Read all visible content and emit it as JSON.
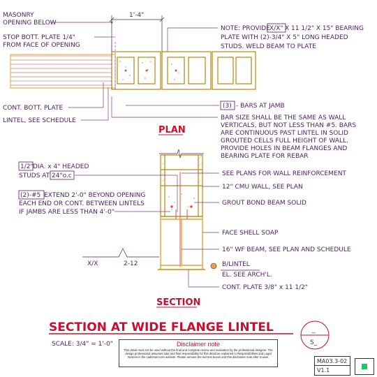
{
  "plan": {
    "dim_width": "1'-4\"",
    "label_masonry": [
      "MASONRY",
      "OPENING BELOW"
    ],
    "label_stop_plate": [
      "STOP BOTT. PLATE 1/4\"",
      "FROM FACE OF OPENING"
    ],
    "label_cont_plate": "CONT. BOTT. PLATE",
    "label_lintel": "LINTEL, SEE SCHEDULE",
    "note_prefix": "NOTE: PROVIDE",
    "note_box": "X/X\"",
    "note_rest": [
      " X 11 1/2\" X 15\" BEARING",
      "PLATE WITH (2)-3/4\" X 5\" LONG HEADED",
      "STUDS. WELD BEAM TO PLATE"
    ],
    "bars_box": "(3)",
    "bars_text": "- BARS AT JAMB",
    "bar_size_note": [
      "BAR SIZE SHALL BE THE SAME AS WALL",
      "VERTICALS, BUT NOT LESS THAN #5.  BARS",
      "ARE CONTINUOUS PAST LINTEL IN SOLID",
      "GROUTED CELLS FULL HEIGHT OF WALL.",
      "PROVIDE HOLES IN BEAM FLANGES AND",
      "BEARING PLATE FOR REBAR"
    ],
    "title": "PLAN"
  },
  "section": {
    "stud_box": "1/2\"",
    "stud_text": " DIA. x 4\" HEADED",
    "stud_text2": "STUDS AT",
    "stud_spacing": "24\"o.c",
    "bars_box": "(2)-#5",
    "bars_text": [
      " EXTEND 2'-0\" BEYOND OPENING",
      "EACH END OR CONT. BETWEEN LINTELS",
      "IF JAMBS ARE LESS THAN 4'-0\""
    ],
    "label_reinf": "SEE PLANS FOR WALL REINFORCEMENT",
    "label_cmu": "12\" CMU WALL, SEE PLAN",
    "label_grout": "GROUT BOND BEAM SOLID",
    "label_soap": "FACE SHELL SOAP",
    "label_beam": "16\" WF BEAM, SEE PLAN AND SCHEDULE",
    "label_blintel": "B/LINTEL",
    "label_el": "EL. SEE ARCH'L.",
    "label_contplate": "CONT. PLATE 3/8\" x 11 1/2\"",
    "label_xx": "X/X",
    "label_slope": "2-12",
    "title": "SECTION"
  },
  "sheet": {
    "main_title": "SECTION AT WIDE FLANGE LINTEL",
    "scale": "SCALE: 3/4\" = 1'-0\"",
    "bubble_top": "_",
    "bubble_bottom": "S_",
    "disclaimer_title": "Disclaimer note",
    "disclaimer_body": "This detail must not be used without the final and complete review and evaluation by the professional designer. The design professional assumes total and final responsibility for this detail as explained in Responsibilities and Legal Notices in the cadsmart.com website. Please remove the red text boxes and this disclaimer note after review.",
    "code": "MA03.3-02",
    "version": "V1.1"
  },
  "colors": {
    "text": "#4b1f5e",
    "title": "#c8102e",
    "beam": "#e6a23c",
    "masonry": "#b8860b",
    "leader": "#7a3d8f",
    "status": "#22c55e"
  }
}
